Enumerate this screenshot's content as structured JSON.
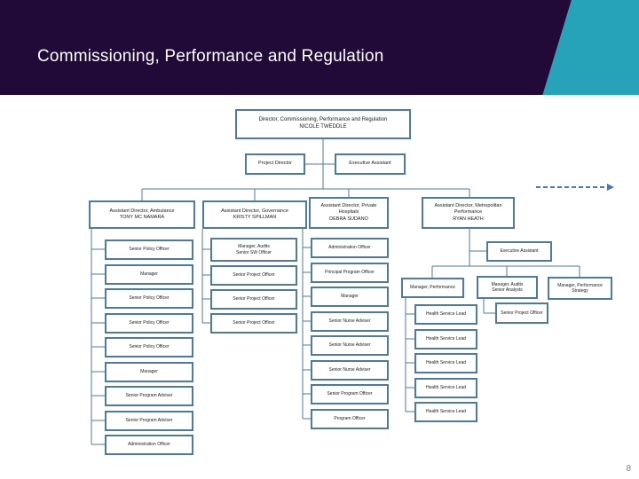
{
  "slide": {
    "title": "Commissioning, Performance and Regulation",
    "page_number": "8"
  },
  "colors": {
    "header_bg": "#220a38",
    "accent_teal": "#26a3b8",
    "node_border": "#4d7aa3"
  },
  "org": {
    "director": {
      "title": "Director, Commissioning, Performance and Regulation",
      "name": "NICOLE TWEDDLE"
    },
    "project_director": "Project Director",
    "executive_assistant": "Executive Assistant",
    "branches": [
      {
        "title": "Assistant Director, Ambulance",
        "name": "TONY MC NAMARA",
        "reports": [
          "Senior Policy Officer",
          "Manager",
          "Senior Policy Officer",
          "Senior Policy Officer",
          "Senior Policy Officer",
          "Manager",
          "Senior Program Adviser",
          "Senior Program Adviser",
          "Administration Officer"
        ]
      },
      {
        "title": "Assistant Director, Governance",
        "name": "KRISTY SPILLMAN",
        "manager_box": {
          "l1": "Manager, Audits",
          "l2": "Senior SW Officer"
        },
        "reports": [
          "Senior Project Officer",
          "Senior Project Officer",
          "Senior Project Officer"
        ]
      },
      {
        "title": "Assistant Director, Private Hospitals",
        "name": "DEBRA SUDANO",
        "reports": [
          "Administration Officer",
          "Principal Program Officer",
          "Manager",
          "Senior Nurse Adviser",
          "Senior Nurse Adviser",
          "Senior Nurse Adviser",
          "Senior Program Officer",
          "Program Officer"
        ]
      },
      {
        "title": "Assistant Director, Metropolitan Performance",
        "name": "RYAN HEATH",
        "executive_assistant": "Executive Assistant",
        "managers": [
          {
            "label": "Manager, Performance",
            "reports": [
              "Health Service Lead",
              "Health Service Lead",
              "Health Service Lead",
              "Health Service Lead",
              "Health Service Lead"
            ]
          },
          {
            "l1": "Manager, Audits",
            "l2": "Senior Analysts",
            "report": "Senior Project Officer"
          },
          {
            "label": "Manager, Performance Strategy"
          }
        ]
      }
    ]
  }
}
